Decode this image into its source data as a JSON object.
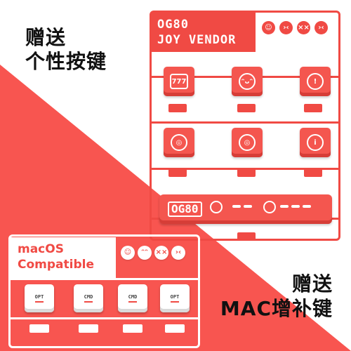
{
  "headings": {
    "top_left_line1": "赠送",
    "top_left_line2": "个性按键",
    "bottom_right_line1": "赠送",
    "bottom_right_line2": "MAC增补键"
  },
  "red_sprue": {
    "title_line1": "OG80",
    "title_line2": "JOY VENDOR",
    "faces": [
      "☺",
      "›‹",
      "××",
      "›‹"
    ],
    "key_glyphs": [
      "777",
      "ᵔᴗᵔ",
      "!",
      "◎",
      "◎",
      "i"
    ],
    "spacebar_logo": "OG80",
    "color": "#f04a44"
  },
  "white_sprue": {
    "title_line1": "macOS",
    "title_line2": "Compatible",
    "faces": [
      "☺",
      "ᵔᵔ",
      "××",
      "›‹"
    ],
    "keys": [
      "OPT",
      "CMD",
      "CMD",
      "OPT"
    ]
  },
  "colors": {
    "red_bg": "#f85550",
    "white_bg": "#ffffff"
  }
}
